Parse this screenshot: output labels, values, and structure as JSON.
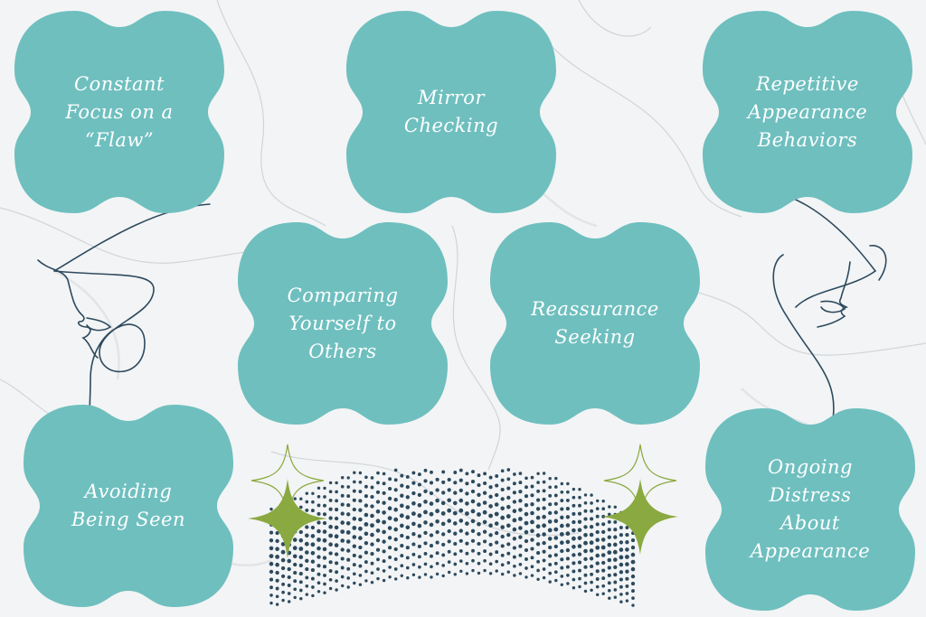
{
  "colors": {
    "tile": "#6fbfbf",
    "accent": "#8aa940",
    "line": "#2c4a5e",
    "background": "#f4f5f6"
  },
  "tiles": [
    {
      "id": "constant-focus",
      "label": "Constant\nFocus on a\n“Flaw”"
    },
    {
      "id": "mirror-checking",
      "label": "Mirror\nChecking"
    },
    {
      "id": "repetitive-behaviors",
      "label": "Repetitive\nAppearance\nBehaviors"
    },
    {
      "id": "comparing",
      "label": "Comparing\nYourself to\nOthers"
    },
    {
      "id": "reassurance",
      "label": "Reassurance\nSeeking"
    },
    {
      "id": "avoiding",
      "label": "Avoiding\nBeing Seen"
    },
    {
      "id": "ongoing-distress",
      "label": "Ongoing\nDistress\nAbout\nAppearance"
    }
  ],
  "decorations": [
    "face-line-art-icon",
    "face-line-art-icon",
    "sparkle-icon",
    "sparkle-icon",
    "dot-wave"
  ]
}
